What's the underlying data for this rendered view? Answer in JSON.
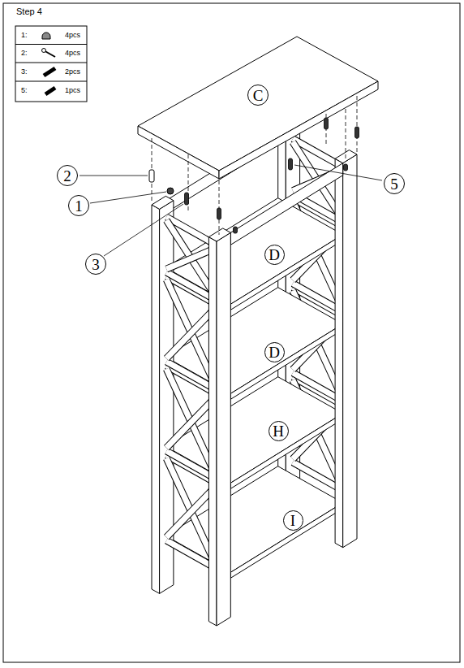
{
  "diagram": {
    "title": "Step 4",
    "nodes": [
      {
        "text": [
          "C"
        ]
      },
      {
        "text": [
          "2"
        ]
      },
      {
        "text": [
          "5"
        ]
      },
      {
        "text": [
          "1"
        ]
      },
      {
        "text": [
          "3"
        ]
      },
      {
        "text": [
          "D"
        ]
      },
      {
        "text": [
          "D"
        ]
      },
      {
        "text": [
          "H"
        ]
      },
      {
        "text": [
          "I"
        ]
      }
    ],
    "labels": [
      "1:",
      "4pcs",
      "2:",
      "4pcs",
      "3:",
      "2pcs",
      "5:",
      "1pcs"
    ]
  }
}
